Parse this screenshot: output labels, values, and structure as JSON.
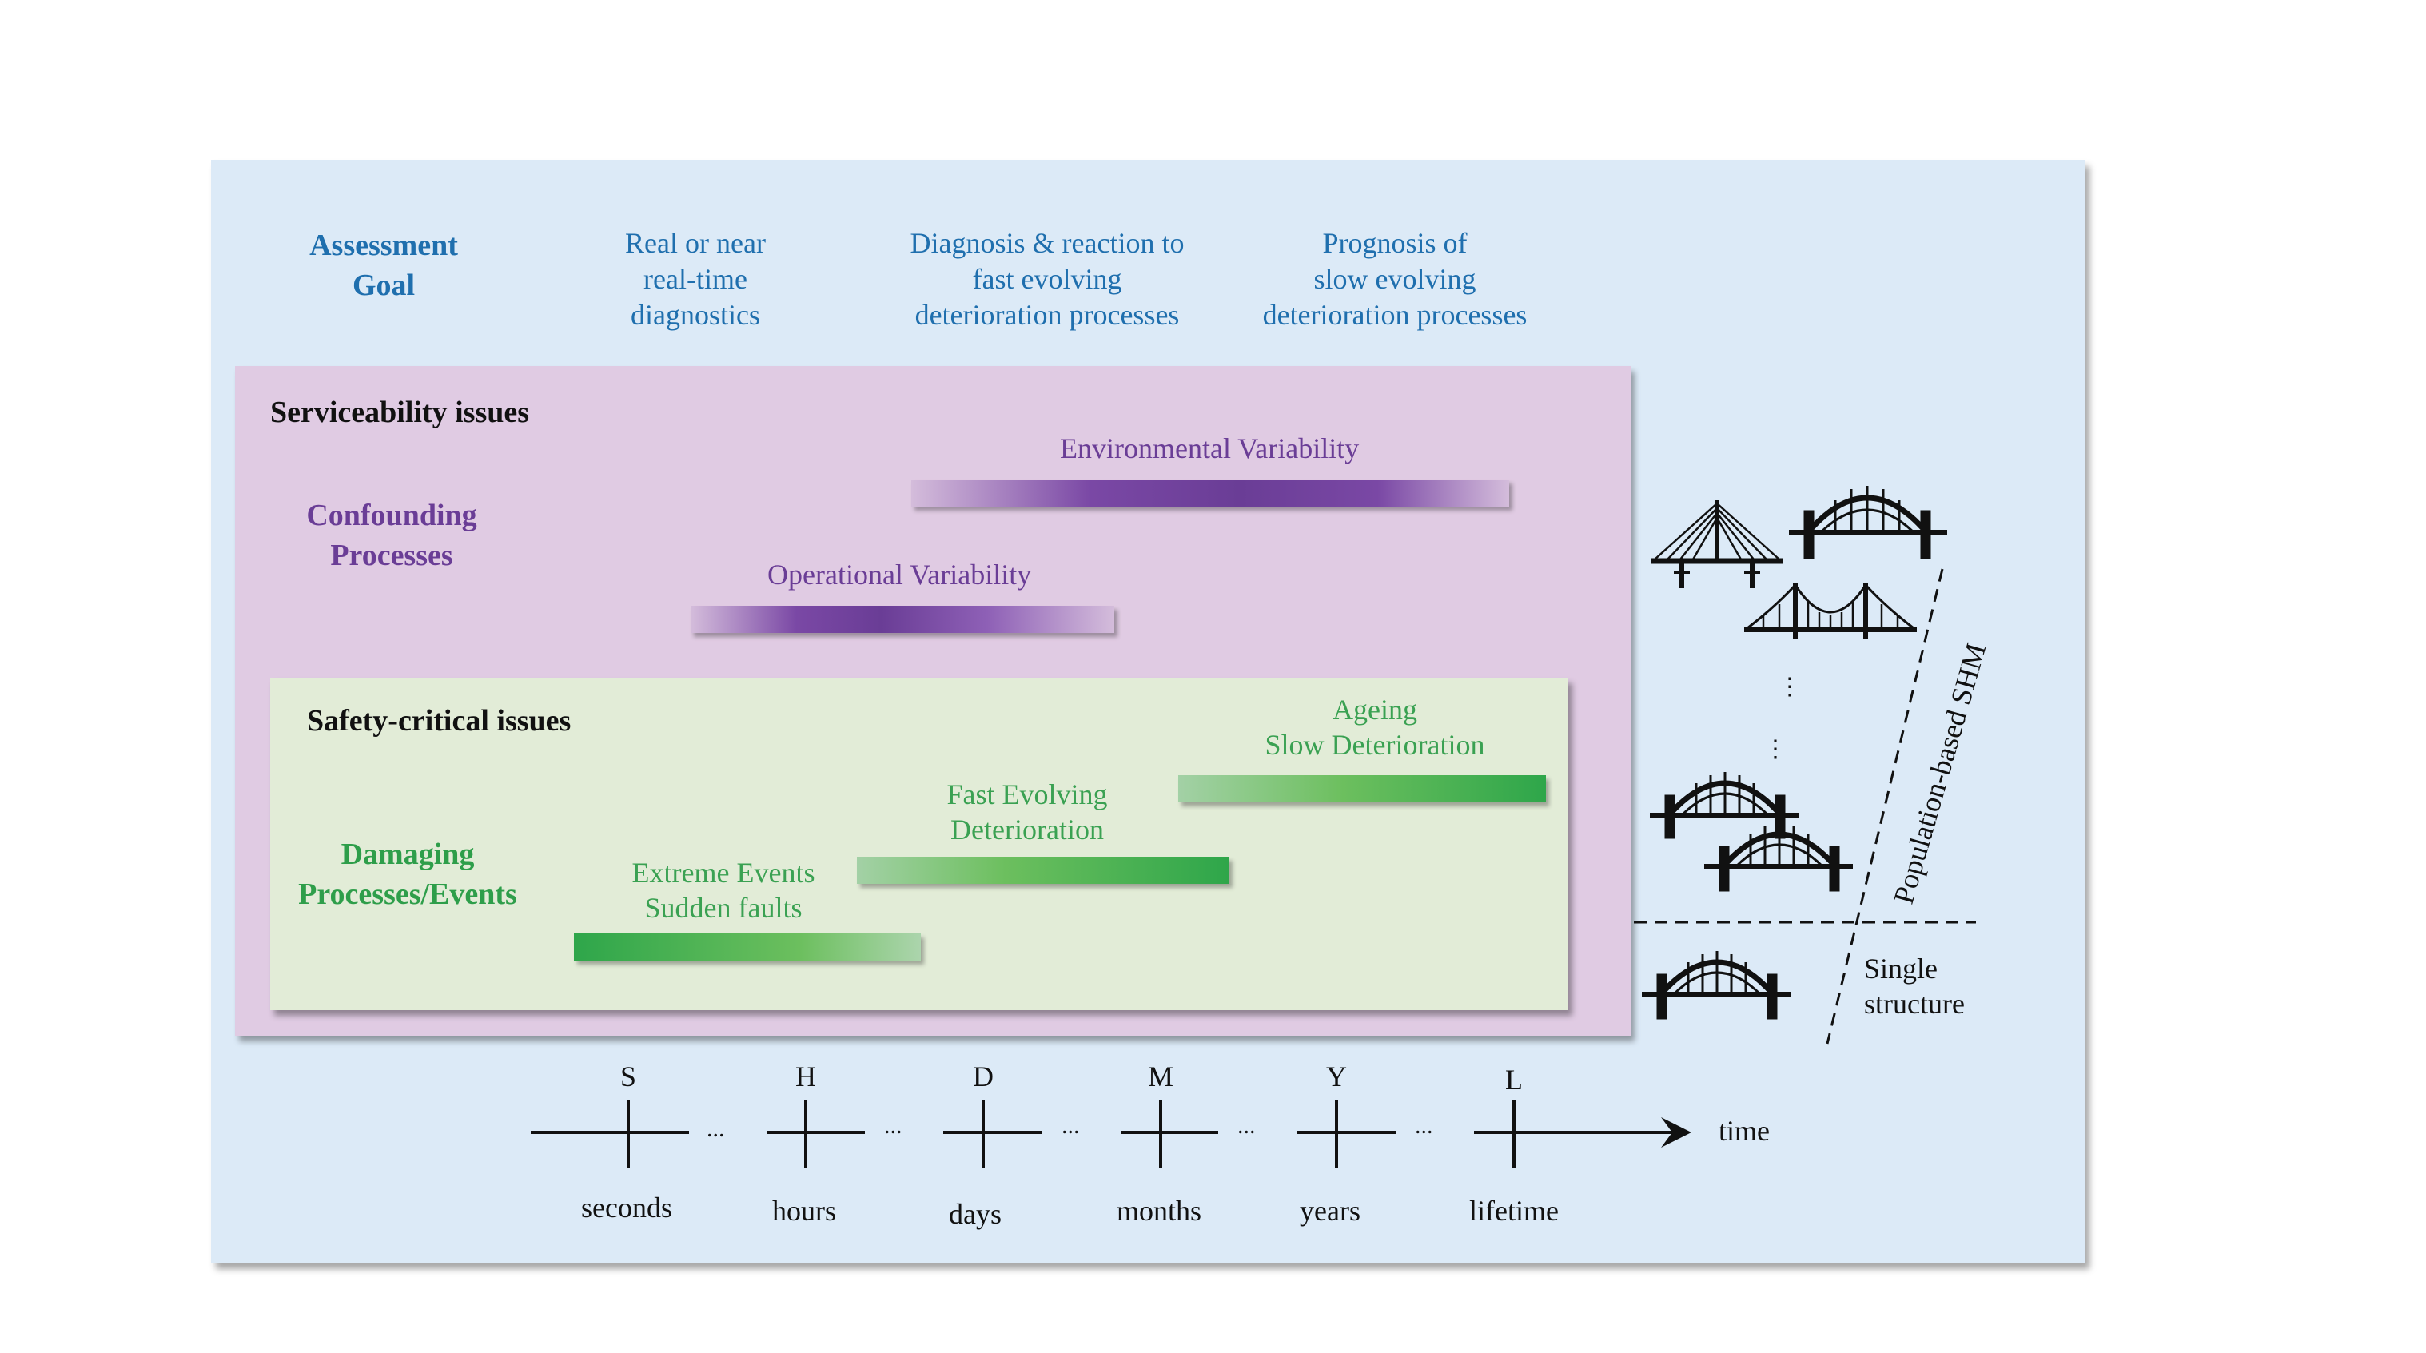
{
  "assessment": {
    "goal_label": [
      "Assessment",
      "Goal"
    ],
    "columns": [
      [
        "Real or near",
        "real-time",
        "diagnostics"
      ],
      [
        "Diagnosis & reaction to",
        "fast evolving",
        "deterioration processes"
      ],
      [
        "Prognosis of",
        "slow evolving",
        "deterioration processes"
      ]
    ]
  },
  "serviceability": {
    "title": "Serviceability issues",
    "heading": [
      "Confounding",
      "Processes"
    ],
    "environmental": "Environmental Variability",
    "operational": "Operational Variability"
  },
  "safety": {
    "title": "Safety-critical issues",
    "heading": [
      "Damaging",
      "Processes/Events"
    ],
    "ageing": [
      "Ageing",
      "Slow Deterioration"
    ],
    "fast": [
      "Fast Evolving",
      "Deterioration"
    ],
    "extreme": [
      "Extreme Events",
      "Sudden faults"
    ]
  },
  "timeline": {
    "ticks": [
      {
        "letter": "S",
        "word": "seconds"
      },
      {
        "letter": "H",
        "word": "hours"
      },
      {
        "letter": "D",
        "word": "days"
      },
      {
        "letter": "M",
        "word": "months"
      },
      {
        "letter": "Y",
        "word": "years"
      },
      {
        "letter": "L",
        "word": "lifetime"
      }
    ],
    "ellipsis": "...",
    "axis_label": "time"
  },
  "population": {
    "label": "Population-based SHM",
    "single": [
      "Single",
      "structure"
    ],
    "vdots": "⋮"
  },
  "colors": {
    "panel": "#dceaf7",
    "purple_box": "#e0cbe3",
    "green_box": "#e2ecd7",
    "goal_text": "#1f6fae",
    "purple": "#6a3d96",
    "green": "#2e9e4a"
  }
}
